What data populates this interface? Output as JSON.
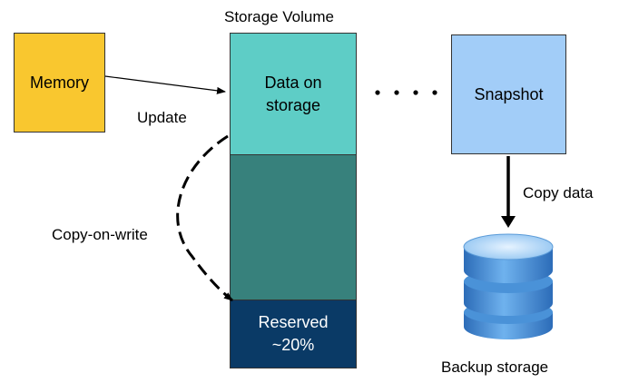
{
  "volume": {
    "title": "Storage Volume",
    "data_block": "Data on\nstorage",
    "reserved_block": "Reserved\n~20%"
  },
  "memory": {
    "label": "Memory"
  },
  "snapshot": {
    "label": "Snapshot"
  },
  "backup": {
    "label": "Backup storage"
  },
  "arrows": {
    "update": "Update",
    "copy_on_write": "Copy-on-write",
    "copy_data": "Copy data"
  },
  "colors": {
    "memory_fill": "#F9C72F",
    "data_fill": "#5ECDC6",
    "middle_fill": "#37817C",
    "reserved_fill": "#0A3A66",
    "snapshot_fill": "#A2CDF8",
    "disk_fill": "#3E86D0"
  }
}
